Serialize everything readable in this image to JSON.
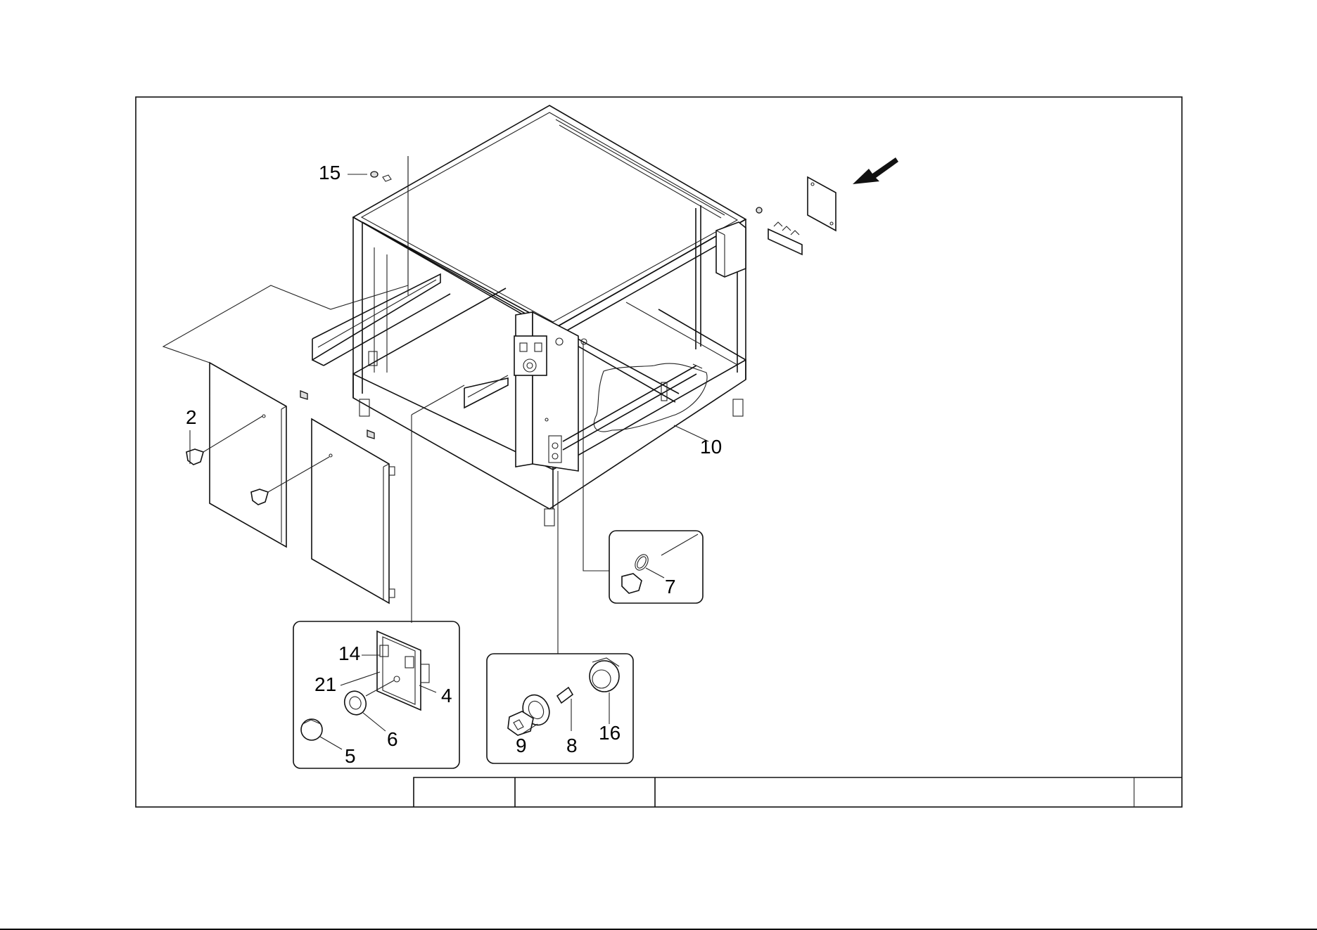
{
  "callouts": {
    "c15": "15",
    "c2": "2",
    "c10": "10",
    "c7": "7",
    "c14": "14",
    "c21": "21",
    "c4": "4",
    "c6": "6",
    "c5": "5",
    "c9": "9",
    "c8": "8",
    "c16": "16"
  },
  "title_block": {
    "cells": [
      "",
      "",
      "",
      ""
    ]
  },
  "colors": {
    "line": "#111111",
    "background": "#ffffff"
  },
  "icons": {
    "view_arrow": "arrow-icon"
  }
}
